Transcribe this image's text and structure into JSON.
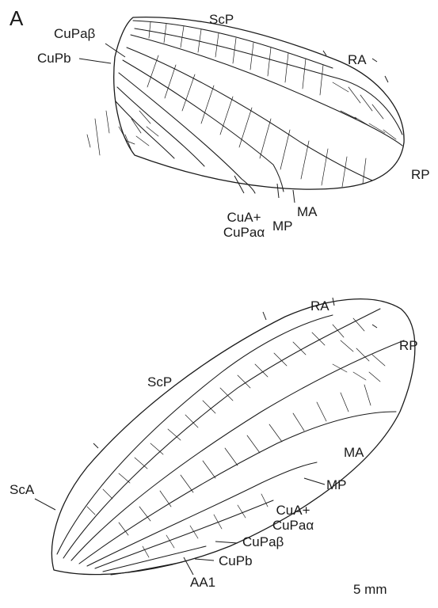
{
  "panel_label": "A",
  "wing_upper": {
    "labels": {
      "scp": "ScP",
      "cupa_beta": "CuPaβ",
      "cupb": "CuPb",
      "ra": "RA",
      "rp": "RP",
      "ma": "MA",
      "mp": "MP",
      "cua_line1": "CuA+",
      "cua_line2": "CuPaα"
    }
  },
  "wing_lower": {
    "labels": {
      "ra": "RA",
      "rp": "RP",
      "scp": "ScP",
      "sca": "ScA",
      "ma": "MA",
      "mp": "MP",
      "cua_line1": "CuA+",
      "cua_line2": "CuPaα",
      "cupa_beta": "CuPaβ",
      "cupb": "CuPb",
      "aa1": "AA1"
    }
  },
  "scale_bar": "5 mm"
}
